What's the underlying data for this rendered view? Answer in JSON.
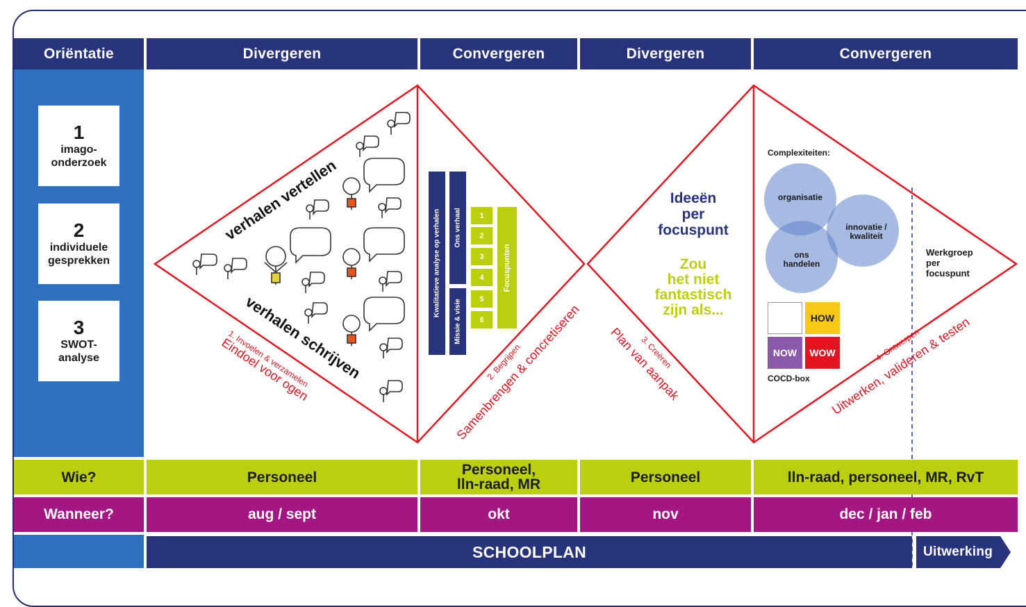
{
  "phases": {
    "orientation": "Oriëntatie",
    "p1": "Divergeren",
    "p2": "Convergeren",
    "p3": "Divergeren",
    "p4": "Convergeren"
  },
  "steps": [
    {
      "num": "1",
      "text": "imago-\nonderzoek"
    },
    {
      "num": "2",
      "text": "individuele\ngesprekken"
    },
    {
      "num": "3",
      "text": "SWOT-\nanalyse"
    }
  ],
  "diamond1": {
    "text_top": "verhalen vertellen",
    "text_bottom": "verhalen schrijven",
    "step_label": "1. Invoelen & verzamelen",
    "step_sub": "Eindoel voor ogen"
  },
  "diamond2": {
    "bar1": "Kwalitatieve analyse op verhalen",
    "bar2": "Ons verhaal",
    "bar3": "Missie & visie",
    "focus_numbers": [
      "1",
      "2",
      "3",
      "4",
      "5",
      "6"
    ],
    "focus_label": "Focuspunten",
    "step_label": "2. Begrijpen",
    "step_sub": "Samenbrengen & concretiseren"
  },
  "diamond3": {
    "line1": "Ideeën",
    "line2": "per",
    "line3": "focuspunt",
    "g1": "Zou",
    "g2": "het niet",
    "g3": "fantastisch",
    "g4": "zijn als...",
    "step_label": "3. Creëren",
    "step_sub": "Plan van aanpak"
  },
  "diamond4": {
    "complex_title": "Complexiteiten:",
    "venn1": "organisatie",
    "venn2": "innovatie /\nkwaliteit",
    "venn3": "ons\nhandelen",
    "cocd_how": "HOW",
    "cocd_now": "NOW",
    "cocd_wow": "WOW",
    "cocd_label": "COCD-box",
    "workgroup": "Werkgroep\nper\nfocuspunt",
    "step_label": "4. Ontwerpen",
    "step_sub": "Uitwerken, valideren & testen"
  },
  "wie": {
    "label": "Wie?",
    "c1": "Personeel",
    "c2": "Personeel,\nlln-raad, MR",
    "c3": "Personeel",
    "c4": "lln-raad, personeel, MR, RvT"
  },
  "wanneer": {
    "label": "Wanneer?",
    "c1": "aug / sept",
    "c2": "okt",
    "c3": "nov",
    "c4": "dec / jan / feb"
  },
  "footer": {
    "schoolplan": "SCHOOLPLAN",
    "uitwerking": "Uitwerking"
  },
  "colors": {
    "navy": "#27337a",
    "blue_sidebar": "#2f70c0",
    "lime": "#bccf0e",
    "purple": "#a41782",
    "red": "#e3141f"
  }
}
